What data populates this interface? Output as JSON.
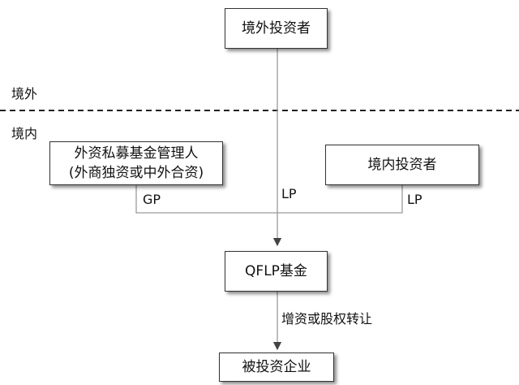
{
  "nodes": {
    "foreign_investor": "境外投资者",
    "manager_line1": "外资私募基金管理人",
    "manager_line2": "(外商独资或中外合资)",
    "domestic_investor": "境内投资者",
    "qflp_fund": "QFLP基金",
    "investee": "被投资企业"
  },
  "regions": {
    "overseas": "境外",
    "domestic": "境内"
  },
  "edges": {
    "gp": "GP",
    "lp_center": "LP",
    "lp_right": "LP",
    "investment": "增资或股权转让"
  }
}
